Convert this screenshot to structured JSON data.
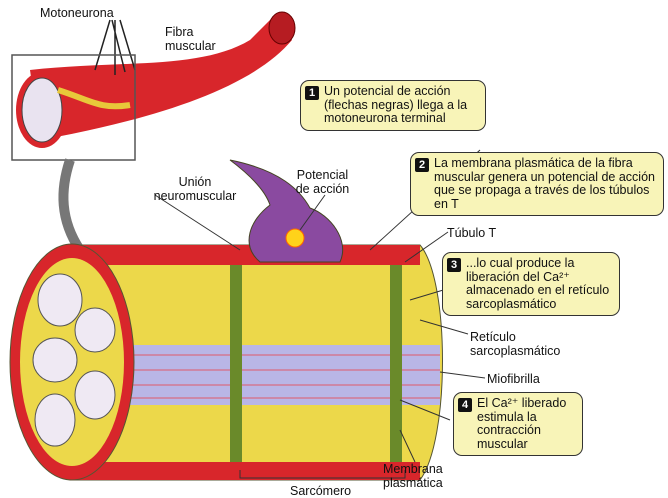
{
  "labels": {
    "motoneurona": "Motoneurona",
    "fibra_muscular": "Fibra muscular",
    "union_neuromuscular": "Unión neuromuscular",
    "potencial_accion": "Potencial de acción",
    "tubulo_t": "Túbulo T",
    "reticulo": "Retículo sarcoplasmático",
    "miofibrilla": "Miofibrilla",
    "membrana": "Membrana plasmática",
    "sarcomero": "Sarcómero"
  },
  "steps": [
    {
      "number": "1",
      "text": "Un potencial de acción (flechas negras) llega a la motoneurona terminal"
    },
    {
      "number": "2",
      "text": "La membrana plasmática de la fibra muscular genera un potencial de acción que se propaga a través de los túbulos en T"
    },
    {
      "number": "3",
      "text": "...lo cual produce la liberación del Ca²⁺ almacenado en el retículo sarcoplasmático"
    },
    {
      "number": "4",
      "text": "El Ca²⁺ liberado estimula la contracción muscular"
    }
  ],
  "colors": {
    "muscle_red": "#d8262b",
    "reticulum_yellow": "#ecd84a",
    "neuron_purple": "#8a4aa0",
    "callout_fill": "#f8f4b8",
    "myofibril_blue": "#b9b6e6"
  }
}
